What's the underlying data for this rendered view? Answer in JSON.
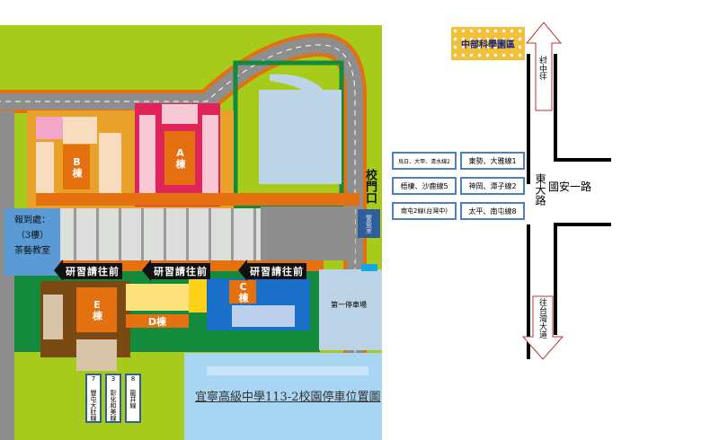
{
  "map": {
    "title": "宜寧高級中學113-2校園停車位置圖",
    "gate_label": "校門口",
    "guard_room": "警衛室",
    "parking_lot_1": "第一停車場",
    "registration": {
      "line1": "報到處：",
      "line2": "（3樓）",
      "line3": "茶藝教室"
    },
    "direction_arrows": [
      "研習請往前",
      "研習請往前",
      "研習請往前"
    ],
    "buildings": {
      "a": "A棟",
      "b": "B棟",
      "c": "C棟",
      "d": "D棟",
      "e": "E棟"
    },
    "bus_stops": [
      "7 豐屯大肚線",
      "3 彰化和美線",
      "8 龍井線"
    ]
  },
  "road_diagram": {
    "landmark": "中部科學園區",
    "north_arrow": "往中科",
    "south_arrow": "往台灣大道",
    "main_road": "東大路",
    "cross_road": "國安一路",
    "routes": [
      [
        "烏日、大甲、清水線2",
        "東勢、大雅線1"
      ],
      [
        "梧棲、沙鹿線5",
        "神岡、潭子線2"
      ],
      [
        "南屯2線(台灣中)",
        "太平、南屯線8"
      ]
    ]
  },
  "colors": {
    "lime": "#a6cb1a",
    "dark_green": "#148a3c",
    "orange": "#e5700f",
    "road": "#8e8e8e",
    "blue": "#5b9bd5",
    "crimson": "#e0245a"
  }
}
